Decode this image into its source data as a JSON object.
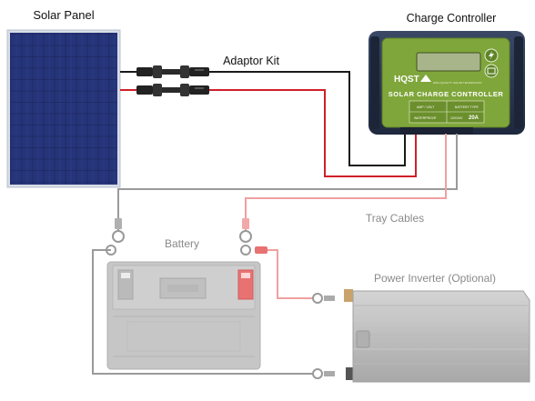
{
  "labels": {
    "solar_panel": "Solar Panel",
    "charge_controller": "Charge Controller",
    "adaptor_kit": "Adaptor Kit",
    "tray_cables": "Tray Cables",
    "battery": "Battery",
    "power_inverter": "Power Inverter (Optional)"
  },
  "controller": {
    "brand": "HQST",
    "brand_tagline": "HIGH QUALITY SOLAR TECHNOLOGY",
    "model_text": "SOLAR CHARGE CONTROLLER",
    "spec_labels": [
      "AMP / VOLT",
      "BATTERY TYPE",
      "WATERPROOF",
      "12V/24V",
      "20A"
    ]
  },
  "colors": {
    "negative_wire": "#1a1a1a",
    "positive_wire": "#d0202a",
    "faded_negative_wire": "#9a9a9a",
    "faded_positive_wire": "#f0a0a0",
    "panel_cell": "#1f2a66",
    "controller_body": "#2a3752",
    "controller_face": "#7fa63a",
    "lcd": "#a8b48a",
    "battery_body": "#c6c6c6",
    "inverter_body": "#bdbdbd",
    "terminal_red": "#e87272"
  }
}
